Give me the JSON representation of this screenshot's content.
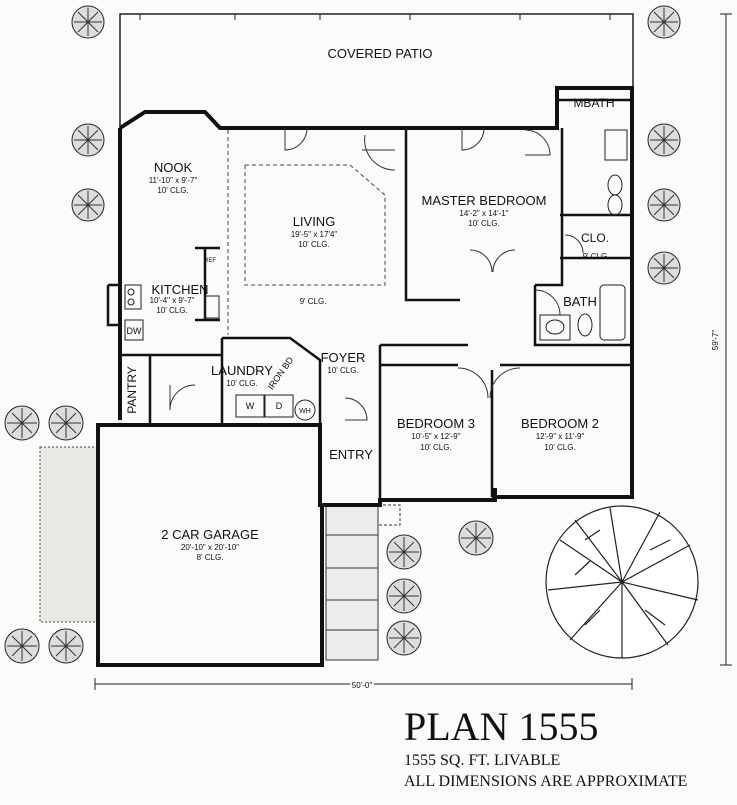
{
  "rooms": {
    "covered_patio": "COVERED PATIO",
    "mbath": "MBATH",
    "nook": {
      "name": "NOOK",
      "dims": "11'-10\" x 9'-7\"",
      "ceiling": "10' CLG."
    },
    "living": {
      "name": "LIVING",
      "dims": "19'-5\" x 17'4\"",
      "ceiling": "10' CLG."
    },
    "master_bedroom": {
      "name": "MASTER BEDROOM",
      "dims": "14'-2\" x 14'-1\"",
      "ceiling": "10' CLG."
    },
    "clo": {
      "name": "CLO.",
      "ceiling": "9' CLG."
    },
    "kitchen": {
      "name": "KITCHEN",
      "dims": "10'-4\" x 9'-7\"",
      "ceiling": "10' CLG."
    },
    "dining_ceiling": "9' CLG.",
    "bath": "BATH",
    "pantry": "PANTRY",
    "laundry": {
      "name": "LAUNDRY",
      "ceiling": "10' CLG."
    },
    "iron_bd": "IRON BD",
    "foyer": {
      "name": "FOYER",
      "ceiling": "10' CLG."
    },
    "bedroom3": {
      "name": "BEDROOM 3",
      "dims": "10'-5\" x 12'-9\"",
      "ceiling": "10' CLG."
    },
    "bedroom2": {
      "name": "BEDROOM 2",
      "dims": "12'-9\" x 11'-9\"",
      "ceiling": "10' CLG."
    },
    "entry": "ENTRY",
    "garage": {
      "name": "2 CAR GARAGE",
      "dims": "20'-10\" x 20'-10\"",
      "ceiling": "8' CLG."
    }
  },
  "fixtures": {
    "dw": "DW",
    "washer": "W",
    "dryer": "D",
    "water_heater": "WH",
    "refrigerator": "REF"
  },
  "dimensions": {
    "width": "50'-0\"",
    "depth": "59'-7\""
  },
  "plan": {
    "title": "PLAN 1555",
    "area": "1555 SQ. FT. LIVABLE",
    "note": "ALL DIMENSIONS ARE APPROXIMATE"
  }
}
